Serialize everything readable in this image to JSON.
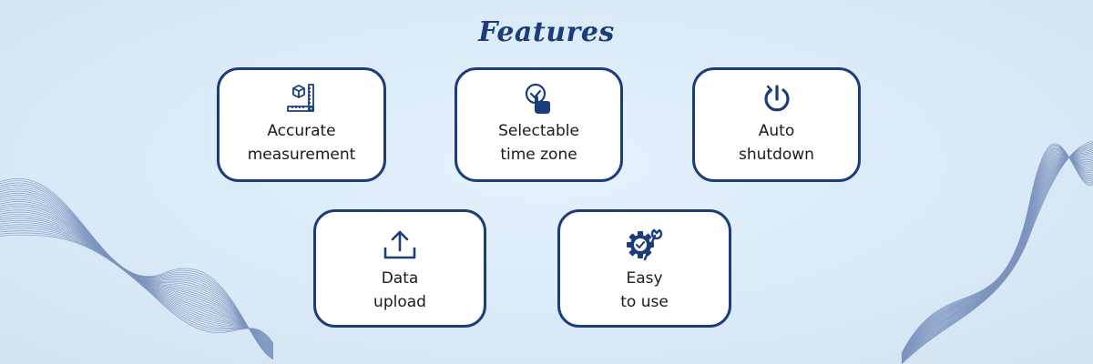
{
  "title": "Features",
  "colors": {
    "accent": "#1c3d7c",
    "background": "#dbeaf8",
    "card": "#ffffff",
    "text": "#1a1a1a"
  },
  "features": [
    {
      "icon": "measurement-ruler-cube-icon",
      "line1": "Accurate",
      "line2": "measurement"
    },
    {
      "icon": "tap-check-icon",
      "line1": "Selectable",
      "line2": "time zone"
    },
    {
      "icon": "power-icon",
      "line1": "Auto",
      "line2": "shutdown"
    },
    {
      "icon": "upload-icon",
      "line1": "Data",
      "line2": "upload"
    },
    {
      "icon": "gear-wrench-check-icon",
      "line1": "Easy",
      "line2": "to use"
    }
  ]
}
